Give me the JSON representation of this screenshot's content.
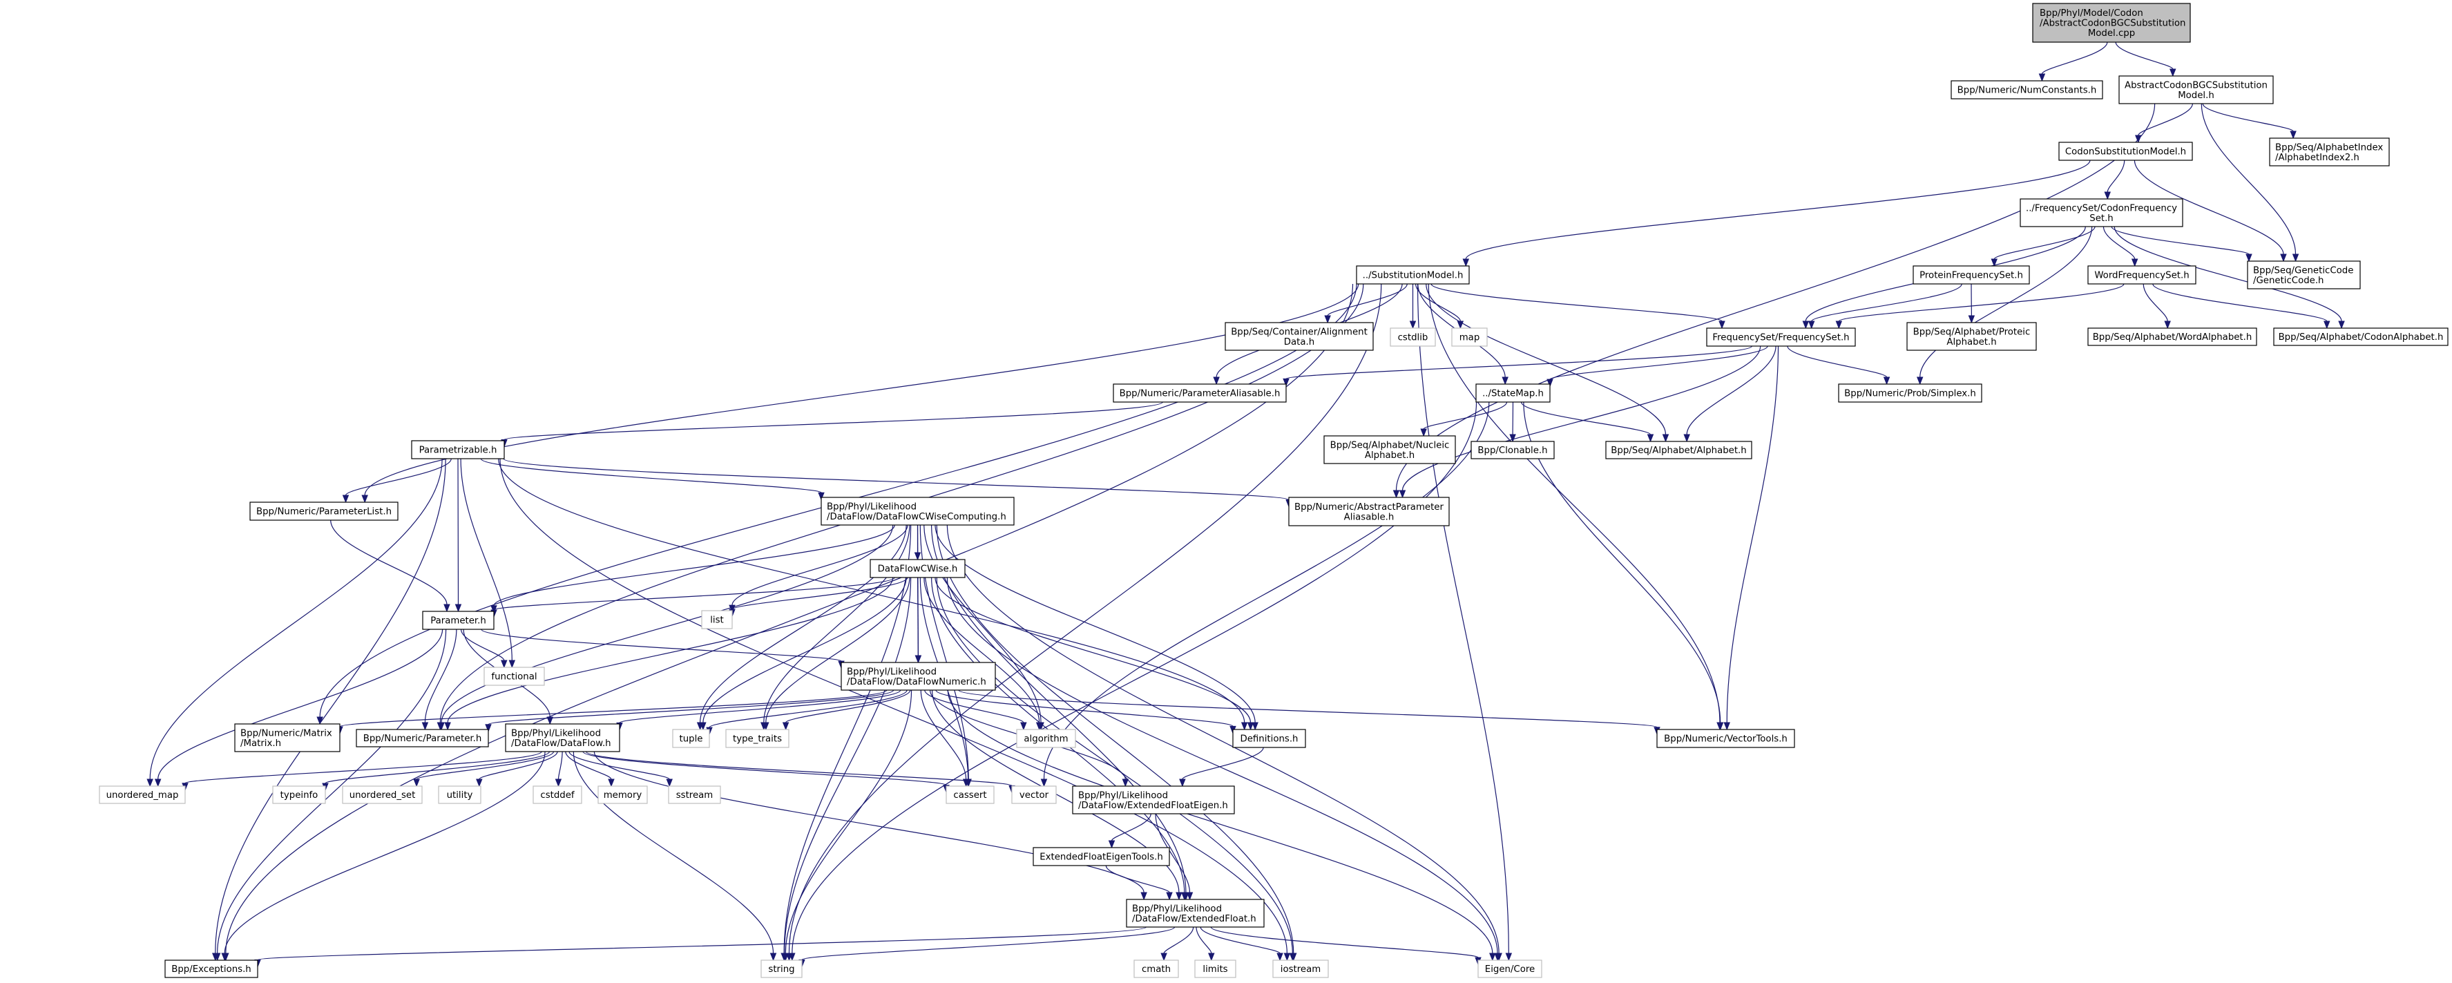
{
  "title": "Include dependency graph for AbstractCodonBGCSubstitutionModel.cpp",
  "colors": {
    "edge": "#191970",
    "root_fill": "#bfbfbf",
    "node_border": "#000000",
    "system_border": "#bfbfbf"
  },
  "nodes": [
    {
      "id": "root",
      "kind": "root",
      "lines": [
        "Bpp/Phyl/Model/Codon",
        "/AbstractCodonBGCSubstitution",
        "Model.cpp"
      ]
    },
    {
      "id": "numconstants",
      "kind": "project",
      "lines": [
        "Bpp/Numeric/NumConstants.h"
      ]
    },
    {
      "id": "absbgc",
      "kind": "project",
      "lines": [
        "AbstractCodonBGCSubstitution",
        "Model.h"
      ]
    },
    {
      "id": "codonsubst",
      "kind": "project",
      "lines": [
        "CodonSubstitutionModel.h"
      ]
    },
    {
      "id": "alphaidx2",
      "kind": "project",
      "lines": [
        "Bpp/Seq/AlphabetIndex",
        "/AlphabetIndex2.h"
      ]
    },
    {
      "id": "codonfreq",
      "kind": "project",
      "lines": [
        "../FrequencySet/CodonFrequency",
        "Set.h"
      ]
    },
    {
      "id": "geneticcode",
      "kind": "project",
      "lines": [
        "Bpp/Seq/GeneticCode",
        "/GeneticCode.h"
      ]
    },
    {
      "id": "proteinfreq",
      "kind": "project",
      "lines": [
        "ProteinFrequencySet.h"
      ]
    },
    {
      "id": "wordfreq",
      "kind": "project",
      "lines": [
        "WordFrequencySet.h"
      ]
    },
    {
      "id": "proteicalpha",
      "kind": "project",
      "lines": [
        "Bpp/Seq/Alphabet/Proteic",
        "Alphabet.h"
      ]
    },
    {
      "id": "wordalpha",
      "kind": "project",
      "lines": [
        "Bpp/Seq/Alphabet/WordAlphabet.h"
      ]
    },
    {
      "id": "codonalpha",
      "kind": "project",
      "lines": [
        "Bpp/Seq/Alphabet/CodonAlphabet.h"
      ]
    },
    {
      "id": "substmodel",
      "kind": "project",
      "lines": [
        "../SubstitutionModel.h"
      ]
    },
    {
      "id": "aligndata",
      "kind": "project",
      "lines": [
        "Bpp/Seq/Container/Alignment",
        "Data.h"
      ]
    },
    {
      "id": "cstdlib",
      "kind": "system",
      "lines": [
        "cstdlib"
      ]
    },
    {
      "id": "map",
      "kind": "system",
      "lines": [
        "map"
      ]
    },
    {
      "id": "freqset",
      "kind": "project",
      "lines": [
        "FrequencySet/FrequencySet.h"
      ]
    },
    {
      "id": "paramaliasable",
      "kind": "project",
      "lines": [
        "Bpp/Numeric/ParameterAliasable.h"
      ]
    },
    {
      "id": "statemap",
      "kind": "project",
      "lines": [
        "../StateMap.h"
      ]
    },
    {
      "id": "simplex",
      "kind": "project",
      "lines": [
        "Bpp/Numeric/Prob/Simplex.h"
      ]
    },
    {
      "id": "nucleicalpha",
      "kind": "project",
      "lines": [
        "Bpp/Seq/Alphabet/Nucleic",
        "Alphabet.h"
      ]
    },
    {
      "id": "clonable",
      "kind": "project",
      "lines": [
        "Bpp/Clonable.h"
      ]
    },
    {
      "id": "alphabet",
      "kind": "project",
      "lines": [
        "Bpp/Seq/Alphabet/Alphabet.h"
      ]
    },
    {
      "id": "absparamaliasable",
      "kind": "project",
      "lines": [
        "Bpp/Numeric/AbstractParameter",
        "Aliasable.h"
      ]
    },
    {
      "id": "parametrizable",
      "kind": "project",
      "lines": [
        "Parametrizable.h"
      ]
    },
    {
      "id": "paramlist",
      "kind": "project",
      "lines": [
        "Bpp/Numeric/ParameterList.h"
      ]
    },
    {
      "id": "dfcwisecomputing",
      "kind": "project",
      "lines": [
        "Bpp/Phyl/Likelihood",
        "/DataFlow/DataFlowCWiseComputing.h"
      ]
    },
    {
      "id": "dfcwise",
      "kind": "project",
      "lines": [
        "DataFlowCWise.h"
      ]
    },
    {
      "id": "parameter",
      "kind": "project",
      "lines": [
        "Parameter.h"
      ]
    },
    {
      "id": "list",
      "kind": "system",
      "lines": [
        "list"
      ]
    },
    {
      "id": "functional",
      "kind": "system",
      "lines": [
        "functional"
      ]
    },
    {
      "id": "dfnumeric",
      "kind": "project",
      "lines": [
        "Bpp/Phyl/Likelihood",
        "/DataFlow/DataFlowNumeric.h"
      ]
    },
    {
      "id": "matrix",
      "kind": "project",
      "lines": [
        "Bpp/Numeric/Matrix",
        "/Matrix.h"
      ]
    },
    {
      "id": "numparameter",
      "kind": "project",
      "lines": [
        "Bpp/Numeric/Parameter.h"
      ]
    },
    {
      "id": "dataflow",
      "kind": "project",
      "lines": [
        "Bpp/Phyl/Likelihood",
        "/DataFlow/DataFlow.h"
      ]
    },
    {
      "id": "tuple",
      "kind": "system",
      "lines": [
        "tuple"
      ]
    },
    {
      "id": "typetraits",
      "kind": "system",
      "lines": [
        "type_traits"
      ]
    },
    {
      "id": "algorithm",
      "kind": "system",
      "lines": [
        "algorithm"
      ]
    },
    {
      "id": "definitions",
      "kind": "project",
      "lines": [
        "Definitions.h"
      ]
    },
    {
      "id": "vectortools",
      "kind": "project",
      "lines": [
        "Bpp/Numeric/VectorTools.h"
      ]
    },
    {
      "id": "unorderedmap",
      "kind": "system",
      "lines": [
        "unordered_map"
      ]
    },
    {
      "id": "typeinfo",
      "kind": "system",
      "lines": [
        "typeinfo"
      ]
    },
    {
      "id": "unorderedset",
      "kind": "system",
      "lines": [
        "unordered_set"
      ]
    },
    {
      "id": "utility",
      "kind": "system",
      "lines": [
        "utility"
      ]
    },
    {
      "id": "cstddef",
      "kind": "system",
      "lines": [
        "cstddef"
      ]
    },
    {
      "id": "memory",
      "kind": "system",
      "lines": [
        "memory"
      ]
    },
    {
      "id": "sstream",
      "kind": "system",
      "lines": [
        "sstream"
      ]
    },
    {
      "id": "cassert",
      "kind": "system",
      "lines": [
        "cassert"
      ]
    },
    {
      "id": "vector",
      "kind": "system",
      "lines": [
        "vector"
      ]
    },
    {
      "id": "extfloateigen",
      "kind": "project",
      "lines": [
        "Bpp/Phyl/Likelihood",
        "/DataFlow/ExtendedFloatEigen.h"
      ]
    },
    {
      "id": "extfloateigentools",
      "kind": "project",
      "lines": [
        "ExtendedFloatEigenTools.h"
      ]
    },
    {
      "id": "extfloat",
      "kind": "project",
      "lines": [
        "Bpp/Phyl/Likelihood",
        "/DataFlow/ExtendedFloat.h"
      ]
    },
    {
      "id": "exceptions",
      "kind": "project",
      "lines": [
        "Bpp/Exceptions.h"
      ]
    },
    {
      "id": "string",
      "kind": "system",
      "lines": [
        "string"
      ]
    },
    {
      "id": "cmath",
      "kind": "system",
      "lines": [
        "cmath"
      ]
    },
    {
      "id": "limits",
      "kind": "system",
      "lines": [
        "limits"
      ]
    },
    {
      "id": "iostream",
      "kind": "system",
      "lines": [
        "iostream"
      ]
    },
    {
      "id": "eigencore",
      "kind": "system",
      "lines": [
        "Eigen/Core"
      ]
    }
  ],
  "edges": [
    [
      "root",
      "numconstants"
    ],
    [
      "root",
      "absbgc"
    ],
    [
      "absbgc",
      "codonsubst"
    ],
    [
      "absbgc",
      "alphaidx2"
    ],
    [
      "absbgc",
      "geneticcode"
    ],
    [
      "absbgc",
      "absparamaliasable"
    ],
    [
      "codonsubst",
      "substmodel"
    ],
    [
      "codonsubst",
      "codonfreq"
    ],
    [
      "codonsubst",
      "geneticcode"
    ],
    [
      "codonfreq",
      "freqset"
    ],
    [
      "codonfreq",
      "proteinfreq"
    ],
    [
      "codonfreq",
      "wordfreq"
    ],
    [
      "codonfreq",
      "geneticcode"
    ],
    [
      "codonfreq",
      "codonalpha"
    ],
    [
      "codonfreq",
      "simplex"
    ],
    [
      "proteinfreq",
      "freqset"
    ],
    [
      "proteinfreq",
      "proteicalpha"
    ],
    [
      "wordfreq",
      "freqset"
    ],
    [
      "wordfreq",
      "wordalpha"
    ],
    [
      "wordfreq",
      "codonalpha"
    ],
    [
      "substmodel",
      "aligndata"
    ],
    [
      "substmodel",
      "cstdlib"
    ],
    [
      "substmodel",
      "map"
    ],
    [
      "substmodel",
      "statemap"
    ],
    [
      "substmodel",
      "freqset"
    ],
    [
      "substmodel",
      "paramaliasable"
    ],
    [
      "substmodel",
      "alphabet"
    ],
    [
      "substmodel",
      "vectortools"
    ],
    [
      "substmodel",
      "eigencore"
    ],
    [
      "substmodel",
      "paramlist"
    ],
    [
      "substmodel",
      "numparameter"
    ],
    [
      "substmodel",
      "matrix"
    ],
    [
      "substmodel",
      "exceptions"
    ],
    [
      "substmodel",
      "string"
    ],
    [
      "freqset",
      "paramaliasable"
    ],
    [
      "freqset",
      "statemap"
    ],
    [
      "freqset",
      "simplex"
    ],
    [
      "freqset",
      "alphabet"
    ],
    [
      "freqset",
      "absparamaliasable"
    ],
    [
      "freqset",
      "vectortools"
    ],
    [
      "statemap",
      "nucleicalpha"
    ],
    [
      "statemap",
      "clonable"
    ],
    [
      "statemap",
      "alphabet"
    ],
    [
      "statemap",
      "vectortools"
    ],
    [
      "statemap",
      "vector"
    ],
    [
      "statemap",
      "string"
    ],
    [
      "paramaliasable",
      "parametrizable"
    ],
    [
      "parametrizable",
      "paramlist"
    ],
    [
      "parametrizable",
      "parameter"
    ],
    [
      "parametrizable",
      "functional"
    ],
    [
      "parametrizable",
      "dfcwisecomputing"
    ],
    [
      "parametrizable",
      "absparamaliasable"
    ],
    [
      "parametrizable",
      "unorderedmap"
    ],
    [
      "parametrizable",
      "exceptions"
    ],
    [
      "parametrizable",
      "definitions"
    ],
    [
      "parametrizable",
      "iostream"
    ],
    [
      "paramlist",
      "parameter"
    ],
    [
      "dfcwisecomputing",
      "dfcwise"
    ],
    [
      "dfcwisecomputing",
      "dfnumeric"
    ],
    [
      "dfcwisecomputing",
      "parameter"
    ],
    [
      "dfcwisecomputing",
      "list"
    ],
    [
      "dfcwisecomputing",
      "numparameter"
    ],
    [
      "dfcwisecomputing",
      "tuple"
    ],
    [
      "dfcwisecomputing",
      "typetraits"
    ],
    [
      "dfcwisecomputing",
      "algorithm"
    ],
    [
      "dfcwisecomputing",
      "definitions"
    ],
    [
      "dfcwisecomputing",
      "cassert"
    ],
    [
      "dfcwisecomputing",
      "extfloat"
    ],
    [
      "dfcwisecomputing",
      "string"
    ],
    [
      "dfcwisecomputing",
      "iostream"
    ],
    [
      "dfcwisecomputing",
      "eigencore"
    ],
    [
      "dfcwise",
      "parameter"
    ],
    [
      "dfcwise",
      "list"
    ],
    [
      "dfcwise",
      "dfnumeric"
    ],
    [
      "dfcwise",
      "numparameter"
    ],
    [
      "dfcwise",
      "tuple"
    ],
    [
      "dfcwise",
      "typetraits"
    ],
    [
      "dfcwise",
      "algorithm"
    ],
    [
      "dfcwise",
      "definitions"
    ],
    [
      "dfcwise",
      "cassert"
    ],
    [
      "dfcwise",
      "extfloat"
    ],
    [
      "dfcwise",
      "string"
    ],
    [
      "dfcwise",
      "iostream"
    ],
    [
      "dfcwise",
      "eigencore"
    ],
    [
      "parameter",
      "functional"
    ],
    [
      "parameter",
      "numparameter"
    ],
    [
      "parameter",
      "dataflow"
    ],
    [
      "parameter",
      "dfnumeric"
    ],
    [
      "parameter",
      "unorderedmap"
    ],
    [
      "parameter",
      "exceptions"
    ],
    [
      "dfnumeric",
      "matrix"
    ],
    [
      "dfnumeric",
      "numparameter"
    ],
    [
      "dfnumeric",
      "dataflow"
    ],
    [
      "dfnumeric",
      "tuple"
    ],
    [
      "dfnumeric",
      "typetraits"
    ],
    [
      "dfnumeric",
      "algorithm"
    ],
    [
      "dfnumeric",
      "definitions"
    ],
    [
      "dfnumeric",
      "vectortools"
    ],
    [
      "dfnumeric",
      "cassert"
    ],
    [
      "dfnumeric",
      "extfloateigen"
    ],
    [
      "dfnumeric",
      "extfloat"
    ],
    [
      "dfnumeric",
      "string"
    ],
    [
      "dfnumeric",
      "eigencore"
    ],
    [
      "dataflow",
      "unorderedmap"
    ],
    [
      "dataflow",
      "typeinfo"
    ],
    [
      "dataflow",
      "unorderedset"
    ],
    [
      "dataflow",
      "utility"
    ],
    [
      "dataflow",
      "cstddef"
    ],
    [
      "dataflow",
      "memory"
    ],
    [
      "dataflow",
      "sstream"
    ],
    [
      "dataflow",
      "cassert"
    ],
    [
      "dataflow",
      "vector"
    ],
    [
      "dataflow",
      "exceptions"
    ],
    [
      "dataflow",
      "string"
    ],
    [
      "dataflow",
      "extfloat"
    ],
    [
      "definitions",
      "extfloateigen"
    ],
    [
      "extfloateigen",
      "extfloateigentools"
    ],
    [
      "extfloateigen",
      "extfloat"
    ],
    [
      "extfloateigentools",
      "extfloat"
    ],
    [
      "extfloat",
      "cmath"
    ],
    [
      "extfloat",
      "limits"
    ],
    [
      "extfloat",
      "iostream"
    ],
    [
      "extfloat",
      "eigencore"
    ],
    [
      "extfloat",
      "exceptions"
    ],
    [
      "extfloat",
      "string"
    ]
  ]
}
